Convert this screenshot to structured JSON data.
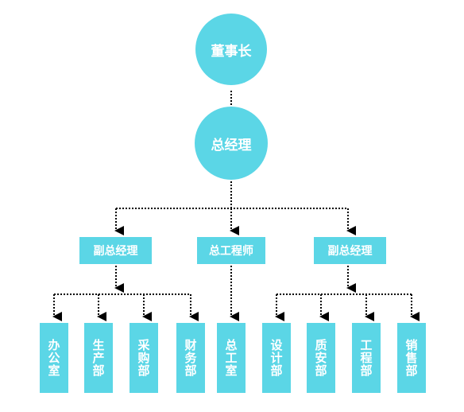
{
  "colors": {
    "node": "#5bd6e6",
    "text": "#ffffff",
    "connector": "#000000"
  },
  "nodes": {
    "chairman": "董事长",
    "gm": "总经理",
    "deputy_gm_left": "副总经理",
    "chief_engineer": "总工程师",
    "deputy_gm_right": "副总经理",
    "departments": [
      "办公室",
      "生产部",
      "采购部",
      "财务部",
      "总工室",
      "设计部",
      "质安部",
      "工程部",
      "销售部"
    ]
  }
}
